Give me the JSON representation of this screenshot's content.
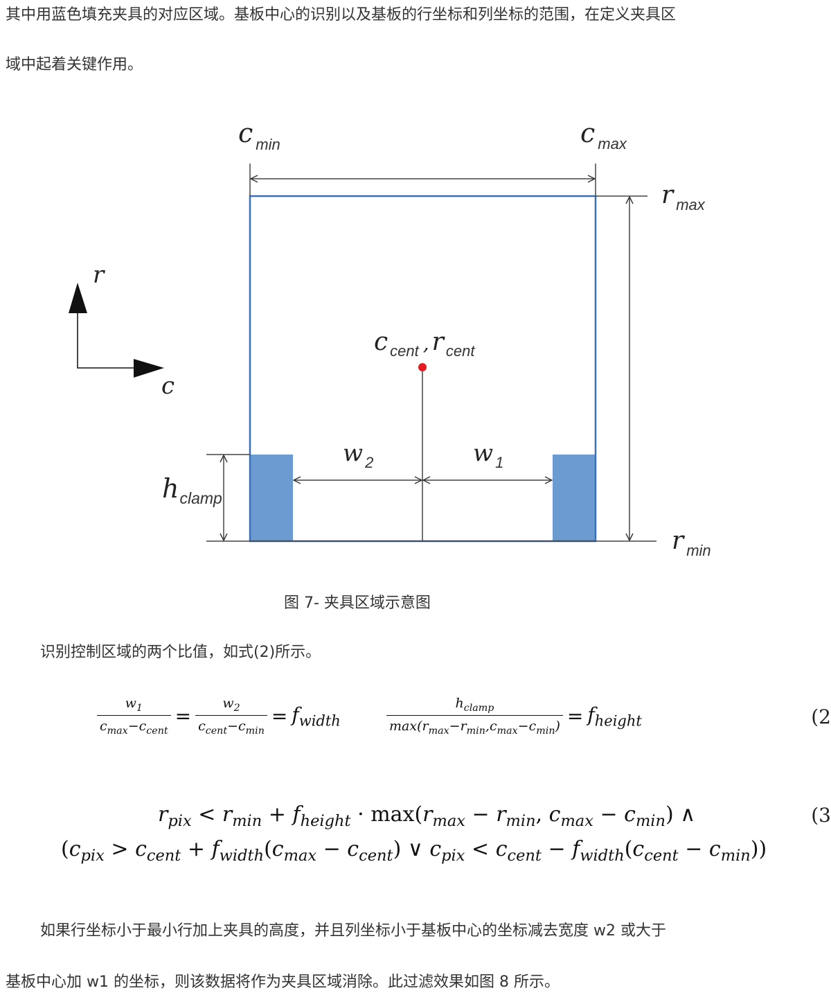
{
  "paragraphs": {
    "p1_line1": "其中用蓝色填充夹具的对应区域。基板中心的识别以及基板的行坐标和列坐标的范围，在定义夹具区",
    "p1_line2": "域中起着关键作用。",
    "p2": "识别控制区域的两个比值，如式(2)所示。",
    "p3_line1": "如果行坐标小于最小行加上夹具的高度，并且列坐标小于基板中心的坐标减去宽度  w2 或大于",
    "p3_line2": "基板中心加 w1 的坐标，则该数据将作为夹具区域消除。此过滤效果如图 8 所示。"
  },
  "figure": {
    "caption": "图  7-  夹具区域示意图",
    "labels": {
      "c_min": {
        "base": "c",
        "sub": "min"
      },
      "c_max": {
        "base": "c",
        "sub": "max"
      },
      "r_max": {
        "base": "r",
        "sub": "max"
      },
      "r_min": {
        "base": "r",
        "sub": "min"
      },
      "r_axis": "r",
      "c_axis": "c",
      "center": {
        "c": "c",
        "c_sub": "cent",
        "sep": ",",
        "r": "r",
        "r_sub": "cent"
      },
      "w2": {
        "base": "w",
        "sub": "2"
      },
      "w1": {
        "base": "w",
        "sub": "1"
      },
      "h_clamp": {
        "base": "h",
        "sub": "clamp"
      }
    },
    "colors": {
      "frame": "#3b6fb6",
      "clamp_fill": "#6b9bd1",
      "center_dot": "#e31b23",
      "line": "#333333"
    }
  },
  "equations": {
    "eq2_number": "(2",
    "eq3_number": "(3"
  }
}
